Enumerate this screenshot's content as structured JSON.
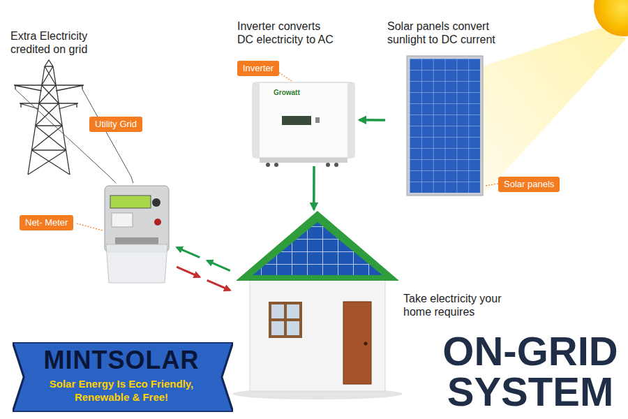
{
  "diagram": {
    "title": "ON-GRID SYSTEM",
    "nodes": [
      {
        "text": [
          "Extra Electricity credited on grid",
          "Utility Grid"
        ]
      },
      {
        "text": [
          "Inverter converts DC electricity to AC",
          "Inverter"
        ]
      },
      {
        "text": [
          "Solar panels convert sunlight to DC current",
          "Solar panels"
        ]
      },
      {
        "text": [
          "Net- Meter"
        ]
      },
      {
        "text": [
          "Take electricity your home requires"
        ]
      },
      {
        "text": [
          "MINTSOLAR",
          "Solar Energy Is Eco Friendly, Renewable & Free!"
        ]
      }
    ],
    "edges": [
      {
        "from": 2,
        "to": 1,
        "arrow": "to"
      },
      {
        "from": 1,
        "to": 4,
        "arrow": "to"
      },
      {
        "from": 4,
        "to": 3,
        "arrow": "to"
      },
      {
        "from": 3,
        "to": 4,
        "arrow": "to"
      },
      {
        "from": 0,
        "to": 3,
        "arrow": "none"
      },
      {
        "from": 0,
        "to": 3,
        "arrow": "none"
      }
    ],
    "labels": [
      "Growatt"
    ]
  }
}
